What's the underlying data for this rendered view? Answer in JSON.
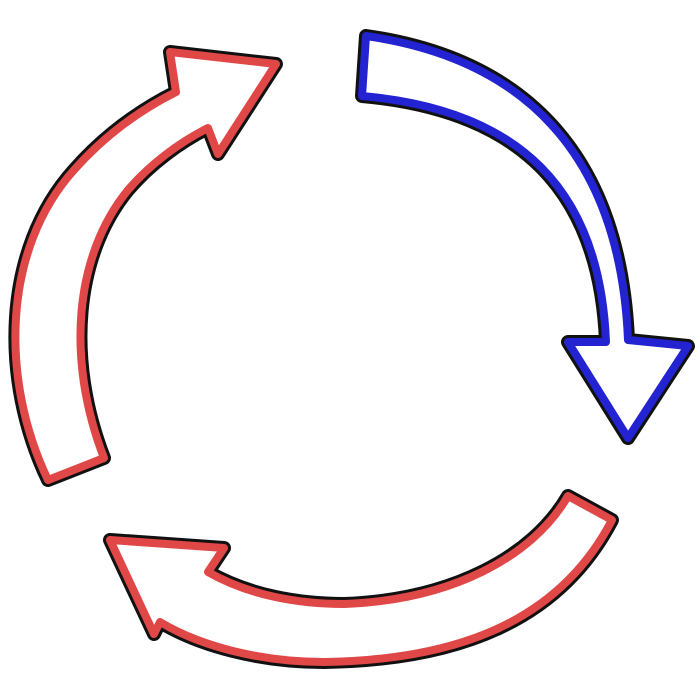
{
  "diagram": {
    "type": "circular-cycle",
    "direction": "clockwise",
    "arrows": [
      {
        "id": "arrow-top-right",
        "color": "#2323d2",
        "highlighted": true
      },
      {
        "id": "arrow-bottom",
        "color": "#e04848",
        "highlighted": false
      },
      {
        "id": "arrow-left",
        "color": "#e04848",
        "highlighted": false
      }
    ],
    "outline_color": "#111111",
    "fill_color": "#ffffff"
  }
}
